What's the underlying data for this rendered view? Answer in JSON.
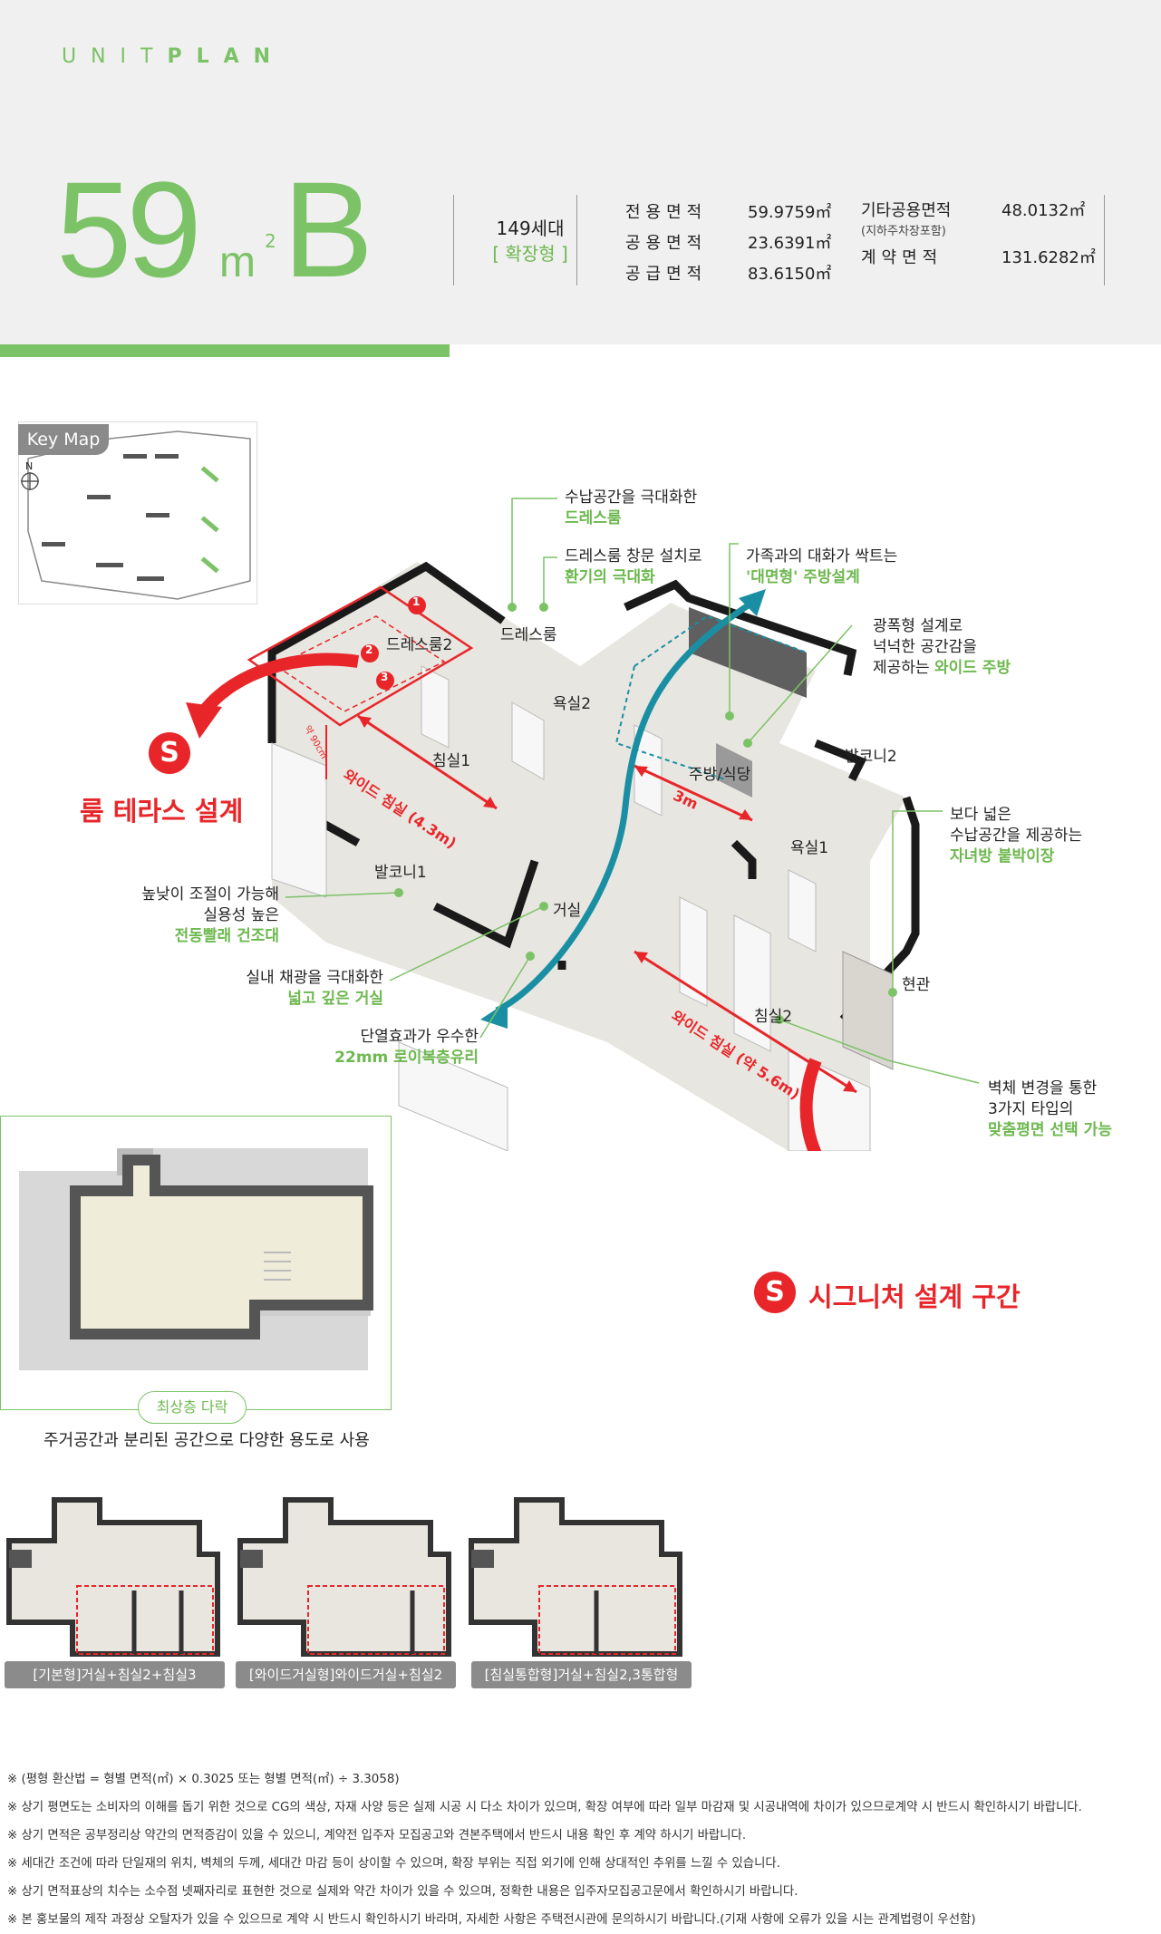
{
  "header": {
    "unit_plan_light": "UNIT",
    "unit_plan_bold": "PLAN",
    "type_number": "59",
    "type_unit": "m",
    "type_sup": "2",
    "type_letter": "B",
    "households": "149세대",
    "expansion": "[ 확장형 ]",
    "areas": [
      {
        "label": "전용면적",
        "value": "59.9759㎡"
      },
      {
        "label": "공용면적",
        "value": "23.6391㎡"
      },
      {
        "label": "공급면적",
        "value": "83.6150㎡"
      }
    ],
    "areas2": [
      {
        "label": "기타공용면적",
        "sub": "(지하주차장포함)",
        "value": "48.0132㎡"
      },
      {
        "label": "계약면적",
        "value": "131.6282㎡"
      }
    ]
  },
  "keymap": {
    "title": "Key Map",
    "north": "N"
  },
  "callouts": {
    "storage_top": "수납공간을 극대화한",
    "storage_bottom": "드레스룸",
    "dress_window_top": "드레스룸 창문 설치로",
    "dress_window_bottom": "환기의 극대화",
    "family_top": "가족과의 대화가 싹트는",
    "family_bottom": "'대면형' 주방설계",
    "kitchen_l1": "광폭형 설계로",
    "kitchen_l2": "넉넉한 공간감을",
    "kitchen_l3_a": "제공하는 ",
    "kitchen_l3_b": "와이드 주방",
    "kids_l1": "보다 넓은",
    "kids_l2": "수납공간을 제공하는",
    "kids_l3": "자녀방 붙박이장",
    "laundry_l1": "높낮이 조절이 가능해",
    "laundry_l2": "실용성 높은",
    "laundry_l3": "전동빨래 건조대",
    "living_l1": "실내 채광을 극대화한",
    "living_l2": "넓고 깊은 거실",
    "glass_l1": "단열효과가 우수한",
    "glass_l2": "22mm 로이복층유리",
    "walls_l1": "벽체 변경을 통한",
    "walls_l2": "3가지 타입의",
    "walls_l3": "맞춤평면 선택 가능"
  },
  "rooms": {
    "dress2": "드레스룸2",
    "dress": "드레스룸",
    "bath2": "욕실2",
    "kitchen": "주방/식당",
    "balcony2": "발코니2",
    "bed1": "침실1",
    "bath1": "욕실1",
    "balcony1": "발코니1",
    "living": "거실",
    "entrance": "현관",
    "bed2": "침실2",
    "dim_43": "와이드 침실 (4.3m)",
    "dim_3": "3m",
    "dim_56": "와이드 침실 (약 5.6m)",
    "dim_small": "약 90cm",
    "n1": "1",
    "n2": "2",
    "n3": "3"
  },
  "signature": {
    "badge": "S",
    "room_terrace": "룸 테라스 설계",
    "signature_zone": "시그니처 설계 구간"
  },
  "attic": {
    "label": "최상층 다락",
    "desc": "주거공간과 분리된 공간으로 다양한 용도로 사용"
  },
  "options": [
    {
      "label": "[기본형]거실+침실2+침실3"
    },
    {
      "label": "[와이드거실형]와이드거실+침실2"
    },
    {
      "label": "[침실통합형]거실+침실2,3통합형"
    }
  ],
  "notes": [
    "※ (평형 환산법 = 형별 면적(㎡) × 0.3025 또는 형별 면적(㎡) ÷ 3.3058)",
    "※ 상기 평면도는 소비자의 이해를 돕기 위한 것으로 CG의 색상, 자재 사양 등은 실제 시공 시 다소 차이가 있으며, 확장 여부에 따라 일부 마감재 및 시공내역에 차이가 있으므로계약 시 반드시 확인하시기 바랍니다.",
    "※ 상기 면적은 공부정리상 약간의 면적증감이 있을 수 있으니, 계약전 입주자 모집공고와 견본주택에서 반드시 내용 확인 후 계약 하시기 바랍니다.",
    "※ 세대간 조건에 따라 단일재의 위치, 벽체의 두께, 세대간 마감 등이 상이할 수 있으며, 확장 부위는 직접 외기에 인해 상대적인 추위를 느낄 수 있습니다.",
    "※ 상기 면적표상의 치수는 소수점 넷째자리로 표현한 것으로 실제와 약간 차이가 있을 수 있으며, 정확한 내용은 입주자모집공고문에서 확인하시기 바랍니다.",
    "※ 본 홍보물의 제작 과정상 오탈자가 있을 수 있으므로 계약 시 반드시 확인하시기 바라며, 자세한 사항은 주택전시관에 문의하시기 바랍니다.(기재 사항에 오류가 있을 시는 관계법령이 우선함)"
  ],
  "colors": {
    "green": "#7cc266",
    "green_text": "#6db84f",
    "red": "#e8262a",
    "teal": "#1a8fa3",
    "header_bg": "#f0f0f0"
  }
}
